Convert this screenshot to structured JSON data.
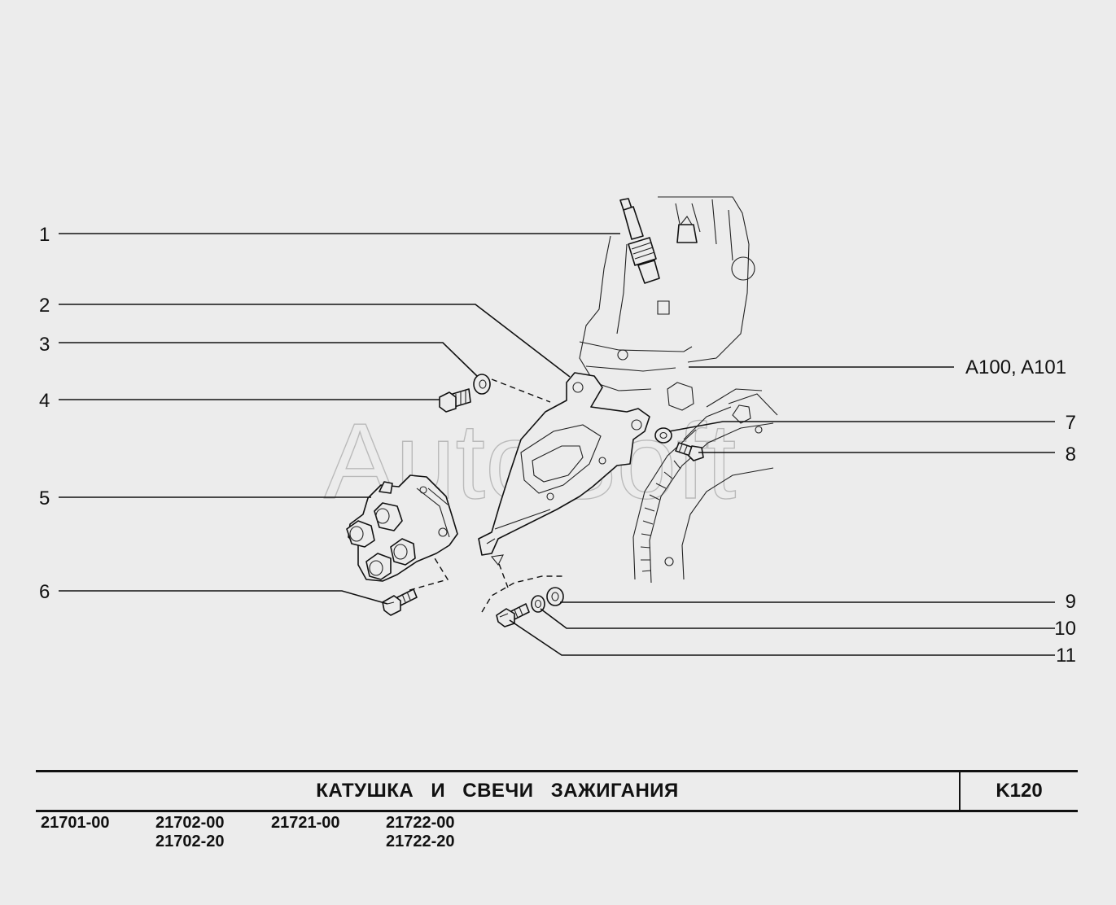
{
  "diagram": {
    "watermark": "AutoSoft",
    "callouts_left": [
      {
        "num": "1"
      },
      {
        "num": "2"
      },
      {
        "num": "3"
      },
      {
        "num": "4"
      },
      {
        "num": "5"
      },
      {
        "num": "6"
      }
    ],
    "callouts_right": [
      {
        "num": "7"
      },
      {
        "num": "8"
      },
      {
        "num": "9"
      },
      {
        "num": "10"
      },
      {
        "num": "11"
      }
    ],
    "reference_label": "A100, A101"
  },
  "title_block": {
    "title": "КАТУШКА И СВЕЧИ ЗАЖИГАНИЯ",
    "code": "K120"
  },
  "models": [
    {
      "line1": "21701-00",
      "line2": ""
    },
    {
      "line1": "21702-00",
      "line2": "21702-20"
    },
    {
      "line1": "21721-00",
      "line2": ""
    },
    {
      "line1": "21722-00",
      "line2": "21722-20"
    }
  ]
}
